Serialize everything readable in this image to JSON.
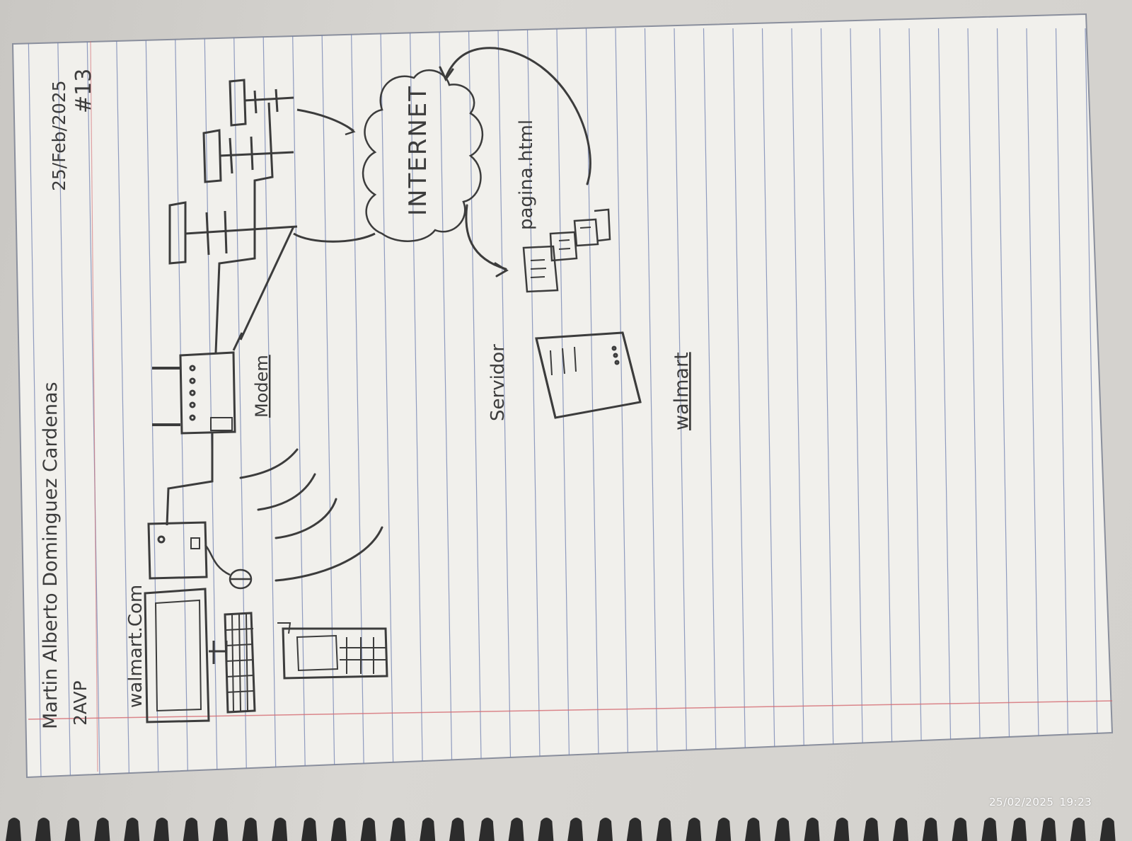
{
  "header": {
    "author": "Martin Alberto Dominguez Cardenas",
    "date": "25/Feb/2025",
    "group": "2AVP",
    "number": "#13"
  },
  "labels": {
    "site": "walmart.Com",
    "modem": "Modem",
    "internet": "INTERNET",
    "page_file": "pagina.html",
    "server": "Servidor",
    "company": "walmart"
  },
  "timestamp": {
    "date": "25/02/2025",
    "time": "19:23"
  },
  "colors": {
    "pencil": "#3c3c3c",
    "margin_line": "#d46a72",
    "ruled_line": "#6f7fb0",
    "paper": "#f1f0ec"
  }
}
